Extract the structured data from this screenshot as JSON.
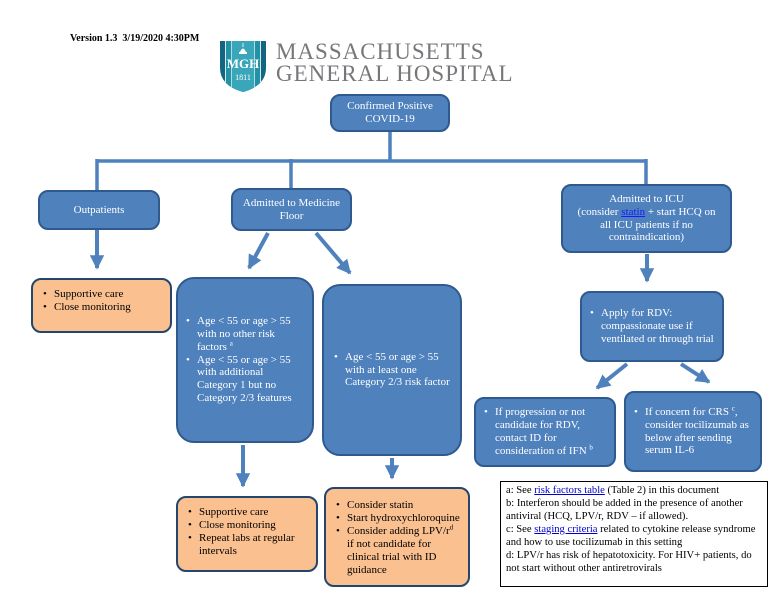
{
  "header": {
    "version": "Version 1.3  3/19/2020 4:30PM",
    "logo": {
      "abbr": "MGH",
      "year": "1811"
    },
    "hospital_line1": "MASSACHUSETTS",
    "hospital_line2": "GENERAL HOSPITAL"
  },
  "colors": {
    "box_blue": "#4f81bd",
    "box_border": "#2e5a8f",
    "orange_fill": "#fac090",
    "orange_border": "#24466e",
    "connector": "#4f81bd",
    "footnote_link": "#0000cc",
    "statin_link": "#1a1aff",
    "title_gray": "#76777a",
    "logo_teal": "#2391a6"
  },
  "flow": {
    "root": "Confirmed Positive COVID-19",
    "outpatients": "Outpatients",
    "medicine": "Admitted to Medicine Floor",
    "icu": {
      "line1": "Admitted to ICU",
      "pre": "(consider ",
      "link": "statin",
      "post": " + start HCQ on all ICU patients if no contraindication)"
    },
    "supportive1": {
      "items": [
        {
          "pre": "Supportive care"
        },
        {
          "pre": "Close monitoring"
        }
      ]
    },
    "ageA": {
      "items": [
        {
          "pre": "Age < 55 or age > 55 with no other risk factors ",
          "sup": "a"
        },
        {
          "pre": "Age < 55 or age > 55 with additional Category 1 but no Category 2/3 features"
        }
      ]
    },
    "ageB": {
      "items": [
        {
          "pre": "Age < 55 or age > 55 with at least one Category 2/3 risk factor"
        }
      ]
    },
    "rdv": {
      "items": [
        {
          "pre": "Apply for RDV: compassionate use if ventilated or through trial"
        }
      ]
    },
    "ifn": {
      "items": [
        {
          "pre": "If progression or not candidate for RDV, contact ID for consideration of IFN ",
          "sup": "b"
        }
      ]
    },
    "crs": {
      "items": [
        {
          "pre": "If concern for CRS ",
          "sup": "c",
          "post": ", consider tocilizumab as below after sending serum IL-6"
        }
      ]
    },
    "supportive2": {
      "items": [
        {
          "pre": "Supportive care"
        },
        {
          "pre": "Close monitoring"
        },
        {
          "pre": "Repeat labs at regular intervals"
        }
      ]
    },
    "treatment": {
      "items": [
        {
          "pre": "Consider statin"
        },
        {
          "pre": "Start hydroxychloroquine"
        },
        {
          "pre": "Consider adding LPV/r",
          "sup": "d",
          "post": " if not candidate for clinical trial with ID guidance"
        }
      ]
    }
  },
  "footnotes": {
    "a": {
      "pre": "a: See ",
      "link": "risk factors table",
      "post": " (Table 2) in this document"
    },
    "b": {
      "text": "b: Interferon should be added in the presence of another antiviral (HCQ, LPV/r, RDV – if allowed)."
    },
    "c": {
      "pre": "c: See ",
      "link": "staging criteria",
      "post": " related to cytokine release syndrome and how to use tocilizumab in this setting"
    },
    "d": {
      "text": "d: LPV/r has risk of hepatotoxicity. For HIV+ patients, do not start without other antiretrovirals"
    }
  }
}
